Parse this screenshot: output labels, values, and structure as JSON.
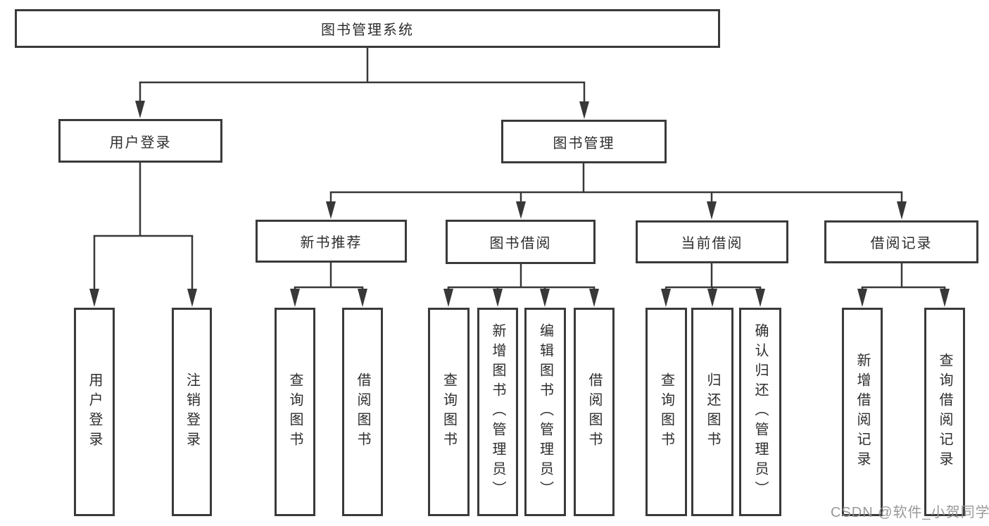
{
  "colors": {
    "line": "#383838",
    "box_border": "#3a3a3a",
    "text": "#2d2d2d",
    "watermark": "#949494",
    "background": "#ffffff"
  },
  "watermark": {
    "text": "CSDN @软件_小贺同学"
  },
  "tree": {
    "label": "图书管理系统",
    "children": [
      {
        "label": "用户登录",
        "children": [
          {
            "label": "用户登录"
          },
          {
            "label": "注销登录"
          }
        ]
      },
      {
        "label": "图书管理",
        "children": [
          {
            "label": "新书推荐",
            "children": [
              {
                "label": "查询图书"
              },
              {
                "label": "借阅图书"
              }
            ]
          },
          {
            "label": "图书借阅",
            "children": [
              {
                "label": "查询图书"
              },
              {
                "label": "新增图书（管理员）"
              },
              {
                "label": "编辑图书（管理员）"
              },
              {
                "label": "借阅图书"
              }
            ]
          },
          {
            "label": "当前借阅",
            "children": [
              {
                "label": "查询图书"
              },
              {
                "label": "归还图书"
              },
              {
                "label": "确认归还（管理员）"
              }
            ]
          },
          {
            "label": "借阅记录",
            "children": [
              {
                "label": "新增借阅记录"
              },
              {
                "label": "查询借阅记录"
              }
            ]
          }
        ]
      }
    ]
  }
}
